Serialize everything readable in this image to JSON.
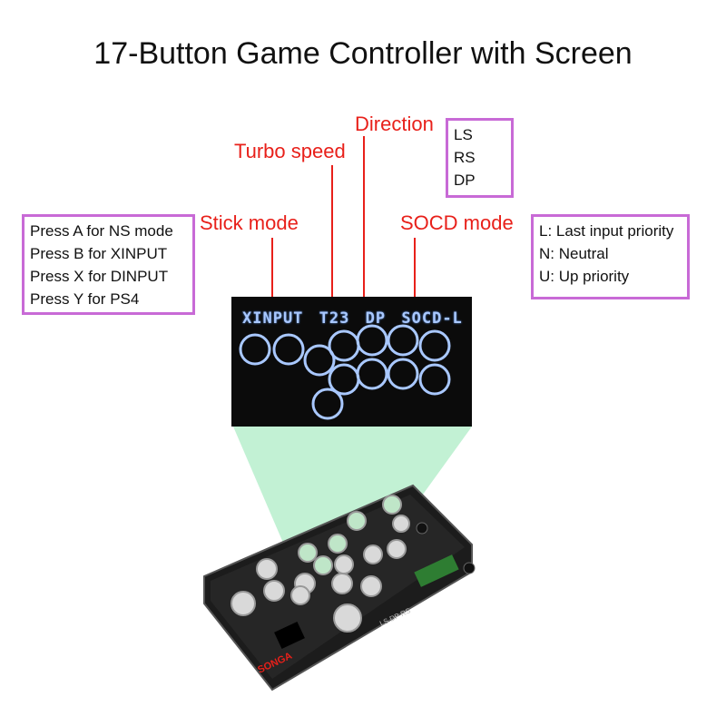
{
  "title": "17-Button Game Controller with Screen",
  "labels": {
    "direction": "Direction",
    "turbo": "Turbo speed",
    "stick": "Stick mode",
    "socd": "SOCD mode"
  },
  "direction_options": [
    "LS",
    "RS",
    "DP"
  ],
  "stick_options": [
    "Press A for NS mode",
    "Press B for XINPUT",
    "Press X for DINPUT",
    "Press Y for PS4"
  ],
  "socd_options": [
    "L: Last input priority",
    "N: Neutral",
    "U: Up priority"
  ],
  "screen": {
    "mode": "XINPUT",
    "turbo": "T23",
    "direction": "DP",
    "socd": "SOCD-L"
  },
  "device_text": {
    "brand": "SONGA",
    "switch": "LS DP RS"
  },
  "colors": {
    "label_red": "#e8201a",
    "box_border": "#c86ad6",
    "screen_glyph": "#a9c8ff",
    "beam": "#4fd684"
  }
}
